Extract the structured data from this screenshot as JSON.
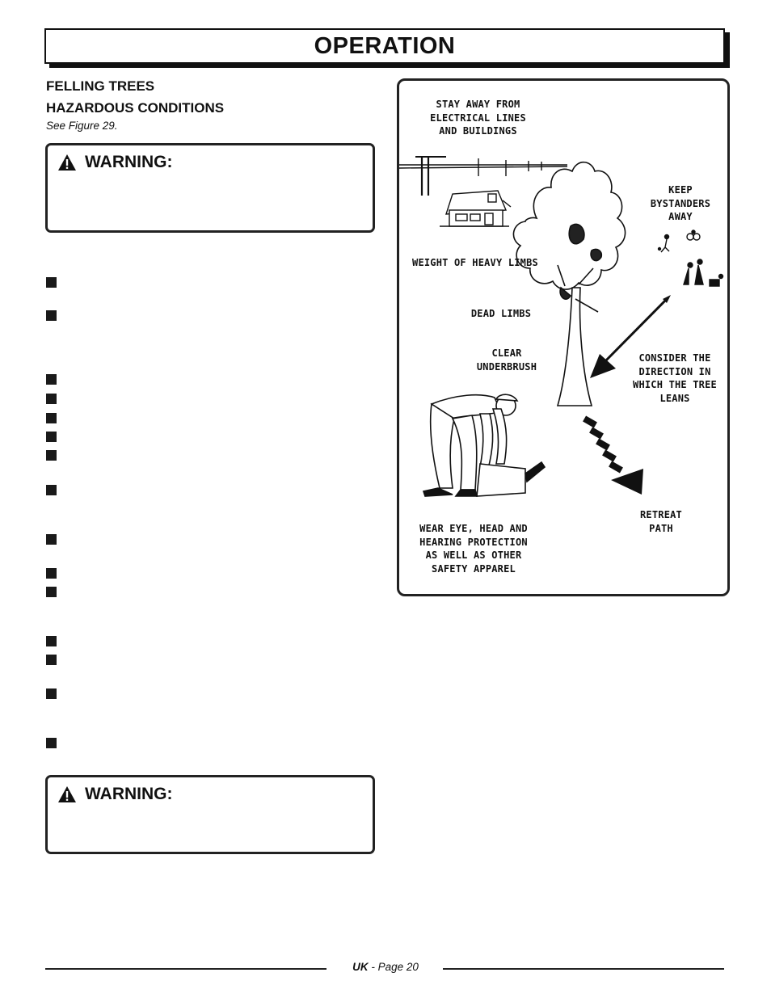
{
  "header": {
    "title": "OPERATION"
  },
  "section": {
    "heading": "FELLING TREES",
    "subheading": "HAZARDOUS CONDITIONS",
    "figure_ref": "See Figure 29."
  },
  "warnings": [
    {
      "label": "WARNING:",
      "icon": "warning-triangle-icon"
    },
    {
      "label": "WARNING:",
      "icon": "warning-triangle-icon"
    }
  ],
  "figure": {
    "labels": {
      "stay_away": "STAY AWAY FROM\nELECTRICAL LINES\nAND BUILDINGS",
      "keep_bystanders": "KEEP\nBYSTANDERS\nAWAY",
      "heavy_limbs": "WEIGHT OF HEAVY LIMBS",
      "dead_limbs": "DEAD LIMBS",
      "clear_underbrush": "CLEAR\nUNDERBRUSH",
      "consider_direction": "CONSIDER THE\nDIRECTION IN\nWHICH THE TREE\nLEANS",
      "retreat_path": "RETREAT\nPATH",
      "wear_protection": "WEAR EYE, HEAD AND\nHEARING PROTECTION\nAS WELL AS OTHER\nSAFETY APPAREL"
    }
  },
  "footer": {
    "region": "UK",
    "page": "- Page 20"
  }
}
